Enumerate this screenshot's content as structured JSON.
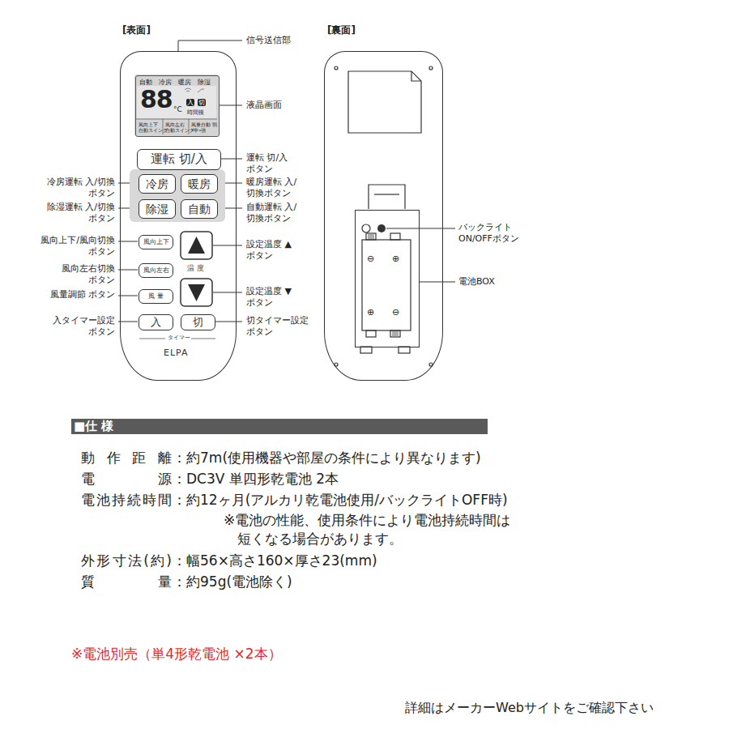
{
  "diagram": {
    "nodes": [
      {
        "text": [
          "[表面]",
          "温 度",
          "タイマー",
          "ELPA"
        ]
      },
      {
        "text": [
          "自動",
          "冷房",
          "暖房",
          "除湿",
          "88",
          "°C",
          "入",
          "切",
          "時間後",
          "風向上下 自動スイング",
          "風向左右 自動スイング",
          "風量自動 弱•中•強"
        ],
        "in": 0
      },
      {
        "text": [
          "運転 切/入"
        ],
        "in": 0
      },
      {
        "text": [
          "冷房"
        ],
        "in": 0
      },
      {
        "text": [
          "暖房"
        ],
        "in": 0
      },
      {
        "text": [
          "除湿"
        ],
        "in": 0
      },
      {
        "text": [
          "自動"
        ],
        "in": 0
      },
      {
        "text": [
          "風向上下"
        ],
        "in": 0
      },
      {
        "text": [
          "風向左右"
        ],
        "in": 0
      },
      {
        "text": [
          "風 量"
        ],
        "in": 0
      },
      {
        "text": [
          "入"
        ],
        "in": 0
      },
      {
        "text": [
          "切"
        ],
        "in": 0
      },
      {
        "text": [
          "[裏面]"
        ]
      },
      {
        "text": [
          "⊖",
          "⊕",
          "⊕",
          "⊖"
        ],
        "in": 12
      },
      {
        "text": [
          "■仕 様"
        ]
      }
    ],
    "labels": [
      "信号送信部",
      "液晶画面",
      "運転 切/入 ボタン",
      "冷房運転 入/切換 ボタン",
      "暖房運転 入/切換ボタン",
      "除湿運転 入/切換 ボタン",
      "自動運転 入/切換ボタン",
      "風向上下/風向切換 ボタン",
      "設定温度 ▲ボタン",
      "風向左右切換 ボタン",
      "風量調節 ボタン",
      "設定温度 ▼ボタン",
      "入タイマー設定 ボタン",
      "切タイマー設定 ボタン",
      "バックライト ON/OFFボタン",
      "電池BOX",
      "動 作 距 離",
      "：約7m(使用機器や部屋の条件により異なります)",
      "電 源",
      "：DC3V 単四形乾電池 2本",
      "電池持続時間",
      "：約12ヶ月(アルカリ乾電池使用/バックライトOFF時)",
      "※電池の性能、使用条件により電池持続時間は 短くなる場合があります。",
      "外形寸法(約)",
      "：幅56×高さ160×厚さ23(mm)",
      "質 量",
      "：約95g(電池除く)",
      "※電池別売（単4形乾電池 ×2本）",
      "詳細はメーカーWebサイトをご確認下さい"
    ]
  }
}
